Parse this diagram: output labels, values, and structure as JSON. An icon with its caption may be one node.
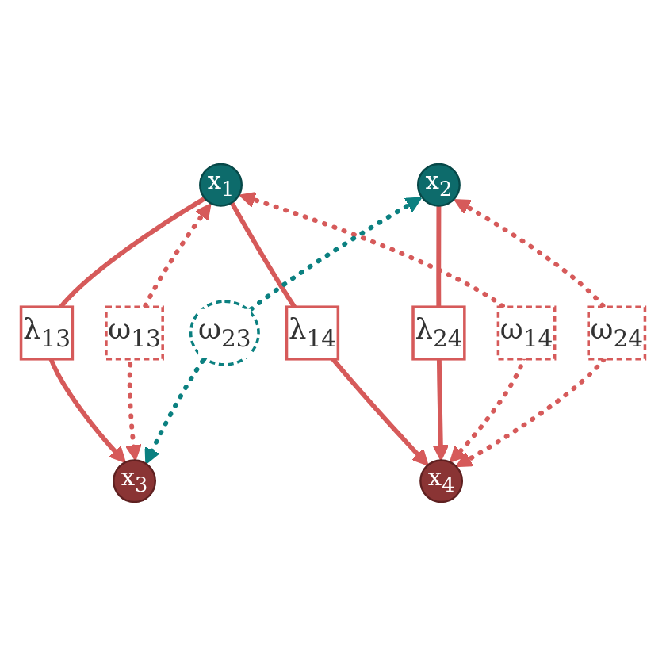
{
  "diagram": {
    "nodes": [
      {
        "text": [
          "x$_{1}$"
        ]
      },
      {
        "text": [
          "x$_{2}$"
        ]
      },
      {
        "text": [
          "x$_{3}$"
        ]
      },
      {
        "text": [
          "x$_{4}$"
        ]
      }
    ],
    "edges": [
      {
        "from": 0,
        "to": 2,
        "arrow": "to",
        "label": "λ$_{13}$"
      },
      {
        "from": 0,
        "to": 3,
        "arrow": "to",
        "label": "λ$_{14}$"
      },
      {
        "from": 1,
        "to": 3,
        "arrow": "to",
        "label": "λ$_{24}$"
      },
      {
        "from": 0,
        "to": 2,
        "arrow": "both",
        "label": "ω$_{13}$",
        "style": "dashed"
      },
      {
        "from": 0,
        "to": 3,
        "arrow": "both",
        "label": "ω$_{14}$",
        "style": "dashed"
      },
      {
        "from": 1,
        "to": 3,
        "arrow": "both",
        "label": "ω$_{24}$",
        "style": "dashed"
      },
      {
        "from": 1,
        "to": 2,
        "arrow": "both",
        "label": "ω$_{23}$",
        "style": "dashed",
        "color": "#0b8080"
      }
    ]
  }
}
